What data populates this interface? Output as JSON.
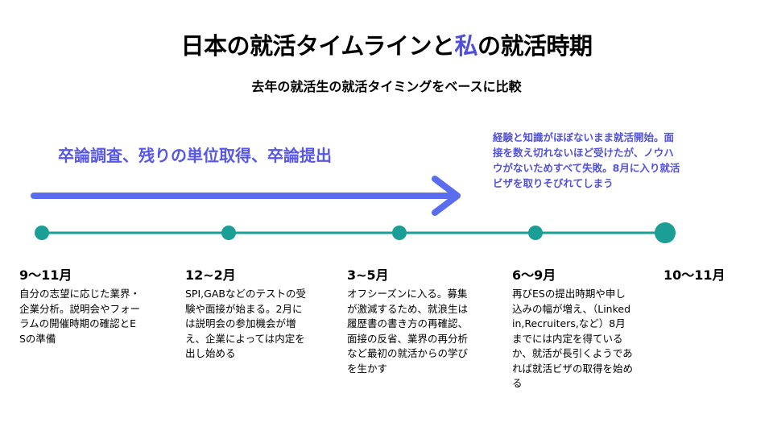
{
  "title": {
    "part1": "日本の就活タイムラインと",
    "accent": "私",
    "part2": "の就活時期"
  },
  "subtitle": "去年の就活生の就活タイミングをベースに比較",
  "arrow_label": "卒論調査、残りの単位取得、卒論提出",
  "note": "経験と知識がほぼないまま就活開始。面接を数え切れないほど受けたが、ノウハウがないためすべて失敗。8月に入り就活ビザを取りそびれてしまう",
  "colors": {
    "accent": "#4f4fd9",
    "arrow": "#5a6cf0",
    "timeline": "#1a9e96"
  },
  "periods": [
    {
      "label": "9〜11月",
      "text": "自分の志望に応じた業界・企業分析。説明会やフォーラムの開催時期の確認とESの準備"
    },
    {
      "label": "12~2月",
      "text": "SPI,GABなどのテストの受験や面接が始まる。2月には説明会の参加機会が増え、企業によっては内定を出し始める"
    },
    {
      "label": "3~5月",
      "text": "オフシーズンに入る。募集が激減するため、就浪生は履歴書の書き方の再確認、面接の反省、業界の再分析など最初の就活からの学びを生かす"
    },
    {
      "label": "6〜9月",
      "text": "再びESの提出時期や申し込みの幅が増え、（Linkedin,Recruiters,など）8月までには内定を得ているか、就活が長引くようであれば就活ビザの取得を始める"
    },
    {
      "label": "10〜11月",
      "text": ""
    }
  ]
}
